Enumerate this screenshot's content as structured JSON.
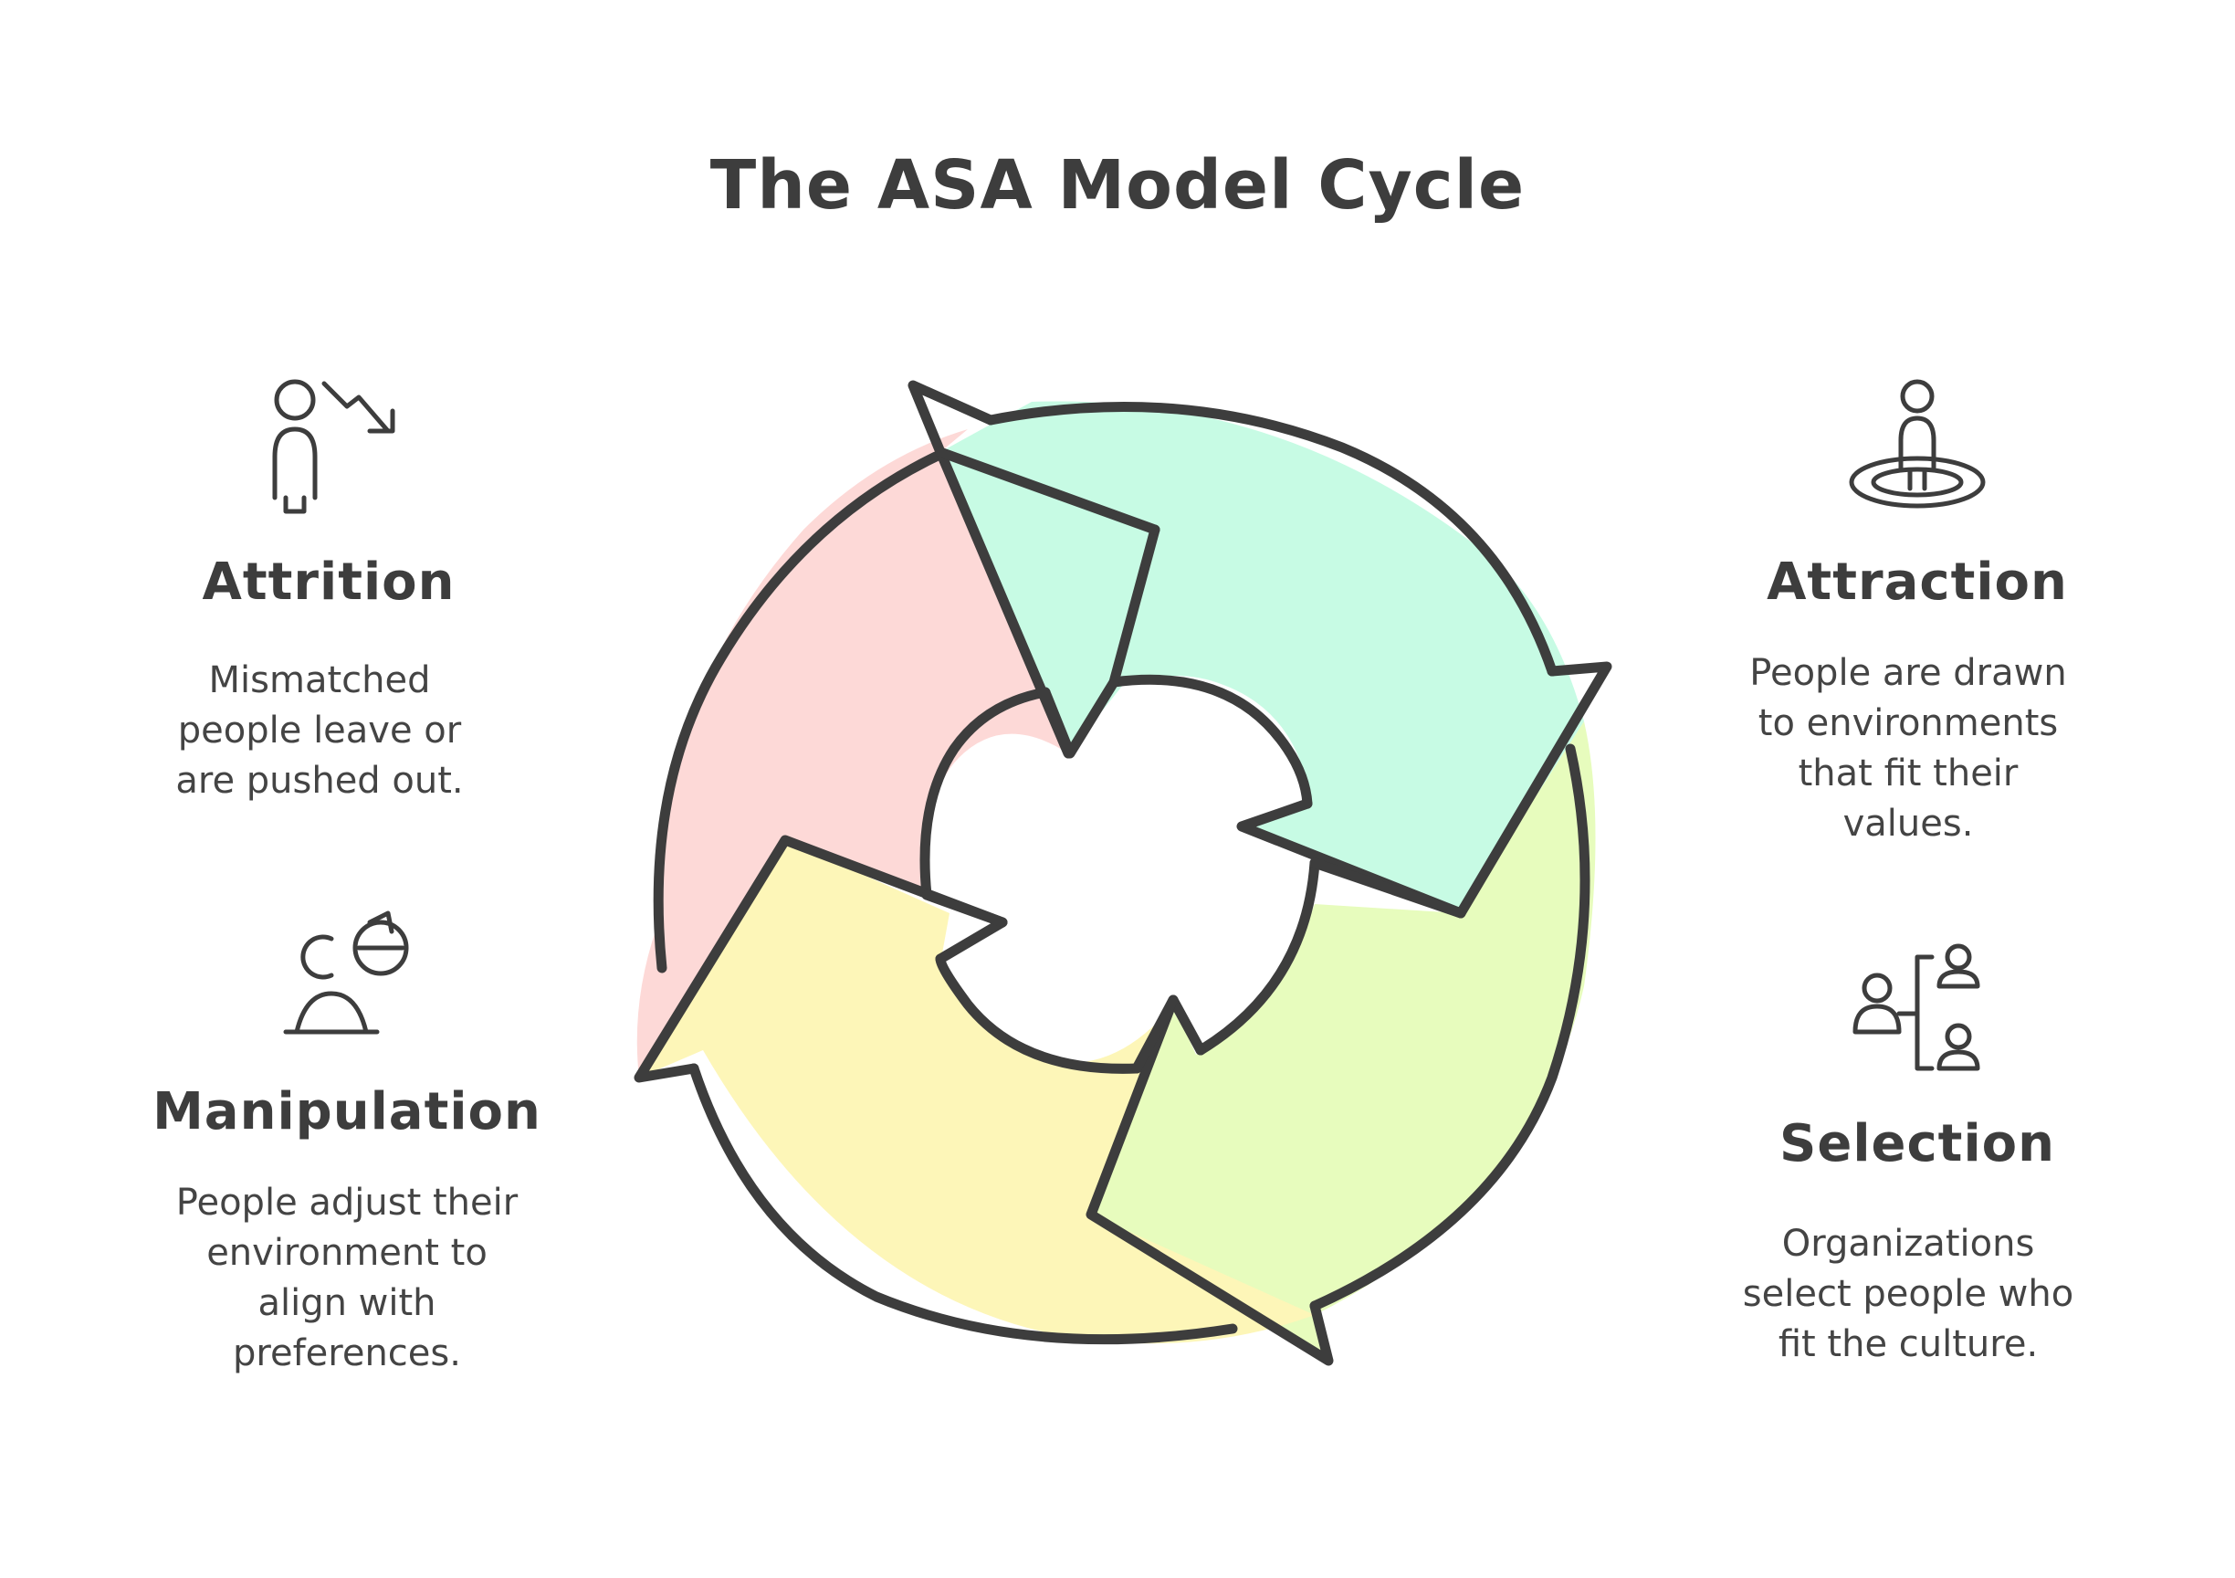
{
  "title": "The ASA Model Cycle",
  "stages": {
    "attrition": {
      "title": "Attrition",
      "line1": "Mismatched",
      "line2": "people leave or",
      "line3": "are pushed out.",
      "icon": "person-decline-icon",
      "color": "#fdd9d7"
    },
    "attraction": {
      "title": "Attraction",
      "line1": "People are drawn",
      "line2": "to environments",
      "line3": "that fit their",
      "line4": "values.",
      "icon": "person-on-target-icon",
      "color": "#c7fbe4"
    },
    "manipulation": {
      "title": "Manipulation",
      "line1": "People adjust their",
      "line2": "environment to",
      "line3": "align with",
      "line4": "preferences.",
      "icon": "person-adjust-icon",
      "color": "#fdf6b8"
    },
    "selection": {
      "title": "Selection",
      "line1": "Organizations",
      "line2": "select people who",
      "line3": "fit the culture.",
      "icon": "people-selection-icon",
      "color": "#e7fcbd"
    }
  },
  "outline_color": "#3d3d3d"
}
